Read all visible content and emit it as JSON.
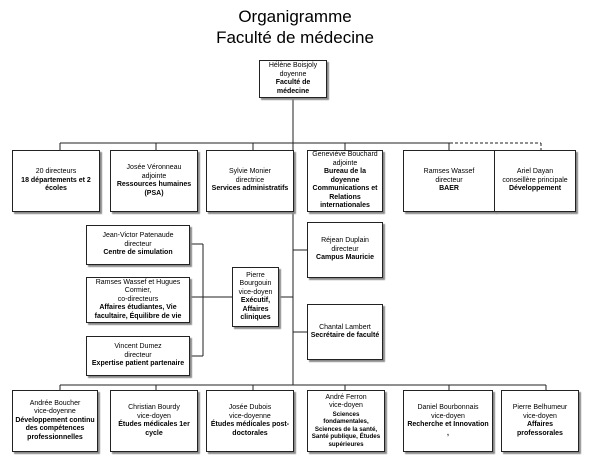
{
  "title": {
    "line1": "Organigramme",
    "line2": "Faculté de médecine"
  },
  "boxes": {
    "top": {
      "name": "Hélène Boisjoly",
      "role": "doyenne",
      "unit": "Faculté de médecine"
    },
    "directors": {
      "name": "20 directeurs",
      "role": "",
      "unit": "18 départements et 2 écoles"
    },
    "veronneau": {
      "name": "Josée Véronneau",
      "role": "adjointe",
      "unit": "Ressources humaines (PSA)"
    },
    "monier": {
      "name": "Sylvie Monier",
      "role": "directrice",
      "unit": "Services administratifs"
    },
    "bouchard": {
      "name": "Geneviève Bouchard",
      "role": "adjointe",
      "unit": "Bureau de la doyenne Communications et Relations internationales"
    },
    "wassef": {
      "name": "Ramses Wassef",
      "role": "directeur",
      "unit": "BAER"
    },
    "dayan": {
      "name": "Ariel Dayan",
      "role": "conseillère principale",
      "unit": "Développement"
    },
    "patenaude": {
      "name": "Jean-Victor Patenaude",
      "role": "directeur",
      "unit": "Centre de simulation"
    },
    "wassef_cormier": {
      "name": "Ramses Wassef et Hugues Cormier,",
      "role": "co-directeurs",
      "unit": "Affaires étudiantes, Vie facultaire, Équilibre de vie"
    },
    "dumez": {
      "name": "Vincent Dumez",
      "role": "directeur",
      "unit": "Expertise patient partenaire"
    },
    "bourgouin": {
      "name": "Pierre Bourgouin",
      "role": "vice-doyen",
      "unit": "Exécutif, Affaires cliniques"
    },
    "duplain": {
      "name": "Réjean Duplain",
      "role": "directeur",
      "unit": "Campus Mauricie"
    },
    "lambert": {
      "name": "Chantal Lambert",
      "role": "",
      "unit": "Secrétaire de faculté"
    },
    "boucher": {
      "name": "Andrée Boucher",
      "role": "vice-doyenne",
      "unit": "Développement continu des compétences professionnelles"
    },
    "bourdy": {
      "name": "Christian Bourdy",
      "role": "vice-doyen",
      "unit": "Études médicales 1er cycle"
    },
    "dubois": {
      "name": "Josée Dubois",
      "role": "vice-doyenne",
      "unit": "Études médicales post-doctorales"
    },
    "ferron": {
      "name": "André Ferron",
      "role": "vice-doyen",
      "unit": "Sciences fondamentales, Sciences de la santé, Santé publique, Études supérieures"
    },
    "bourbonnais": {
      "name": "Daniel Bourbonnais",
      "role": "vice-doyen",
      "unit": "Recherche et Innovation ,"
    },
    "belhumeur": {
      "name": "Pierre Belhumeur",
      "role": "vice-doyen",
      "unit": "Affaires professorales"
    }
  }
}
